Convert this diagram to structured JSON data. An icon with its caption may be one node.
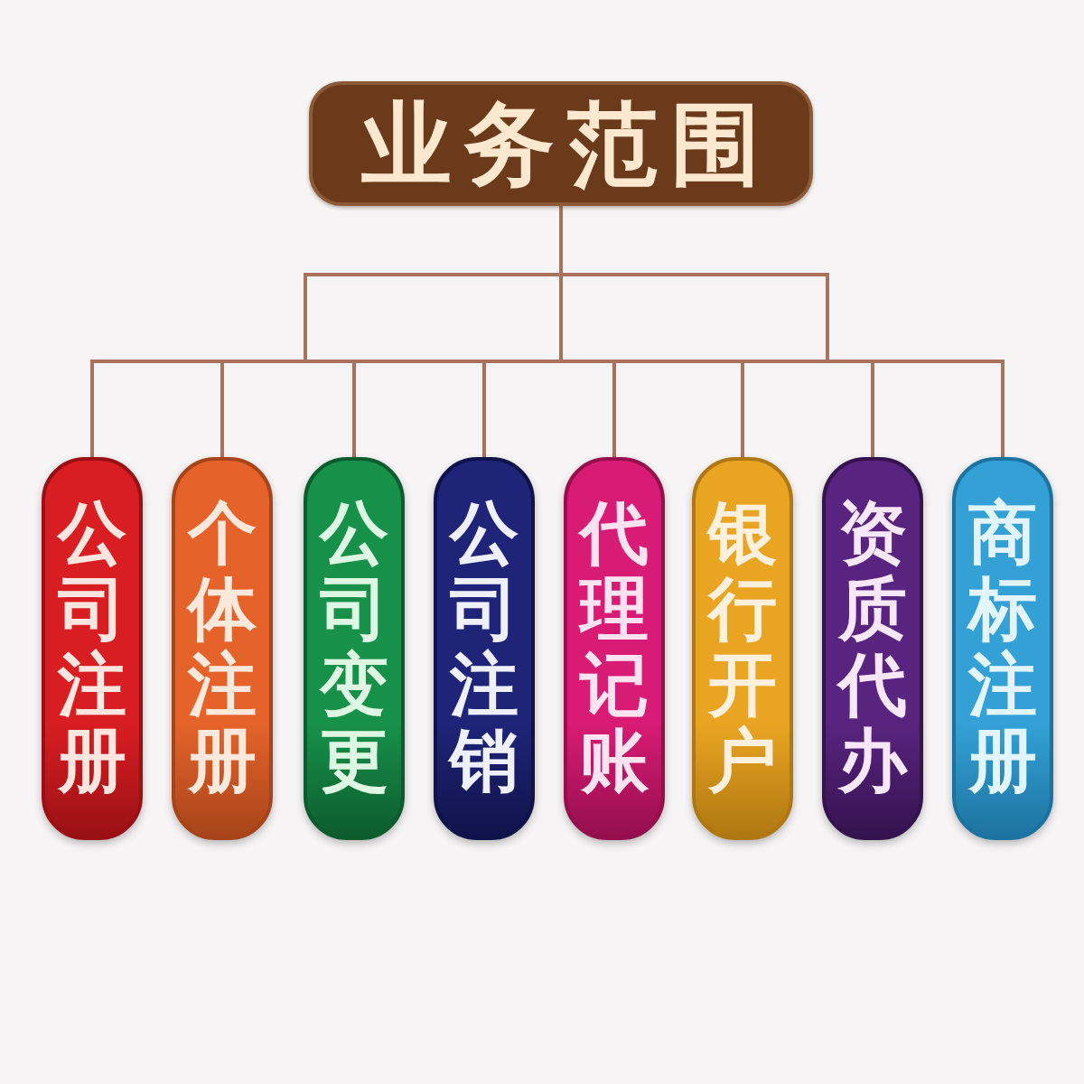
{
  "diagram": {
    "nodes": [
      {
        "text": [
          "业务范围"
        ]
      },
      {
        "text": [
          "公司注册"
        ]
      },
      {
        "text": [
          "个体注册"
        ]
      },
      {
        "text": [
          "公司变更"
        ]
      },
      {
        "text": [
          "公司注销"
        ]
      },
      {
        "text": [
          "代理记账"
        ]
      },
      {
        "text": [
          "银行开户"
        ]
      },
      {
        "text": [
          "资质代办"
        ]
      },
      {
        "text": [
          "商标注册"
        ]
      }
    ],
    "edges": [
      {
        "from": 0,
        "to": 1,
        "arrow": "none"
      },
      {
        "from": 0,
        "to": 2,
        "arrow": "none"
      },
      {
        "from": 0,
        "to": 3,
        "arrow": "none"
      },
      {
        "from": 0,
        "to": 4,
        "arrow": "none"
      },
      {
        "from": 0,
        "to": 5,
        "arrow": "none"
      },
      {
        "from": 0,
        "to": 6,
        "arrow": "none"
      },
      {
        "from": 0,
        "to": 7,
        "arrow": "none"
      },
      {
        "from": 0,
        "to": 8,
        "arrow": "none"
      }
    ]
  }
}
